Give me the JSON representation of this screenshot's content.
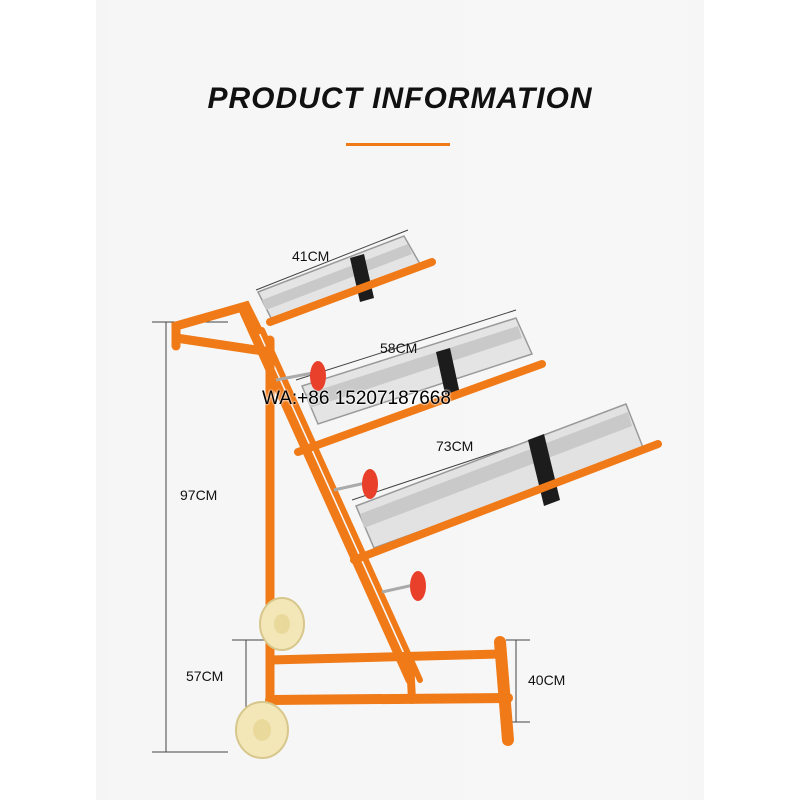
{
  "header": {
    "title": "PRODUCT INFORMATION"
  },
  "dimensions": {
    "roll_top": "41CM",
    "roll_middle": "58CM",
    "roll_bottom": "73CM",
    "total_height": "97CM",
    "base_length": "57CM",
    "base_width": "40CM"
  },
  "watermark": {
    "text": "WA:+86 15207187668"
  },
  "colors": {
    "frame_orange": "#f07a17",
    "accent_line": "#f07a17",
    "knob_red": "#e8402a",
    "wheel": "#f3e7b8",
    "blade_silver": "#dcdcdc"
  }
}
